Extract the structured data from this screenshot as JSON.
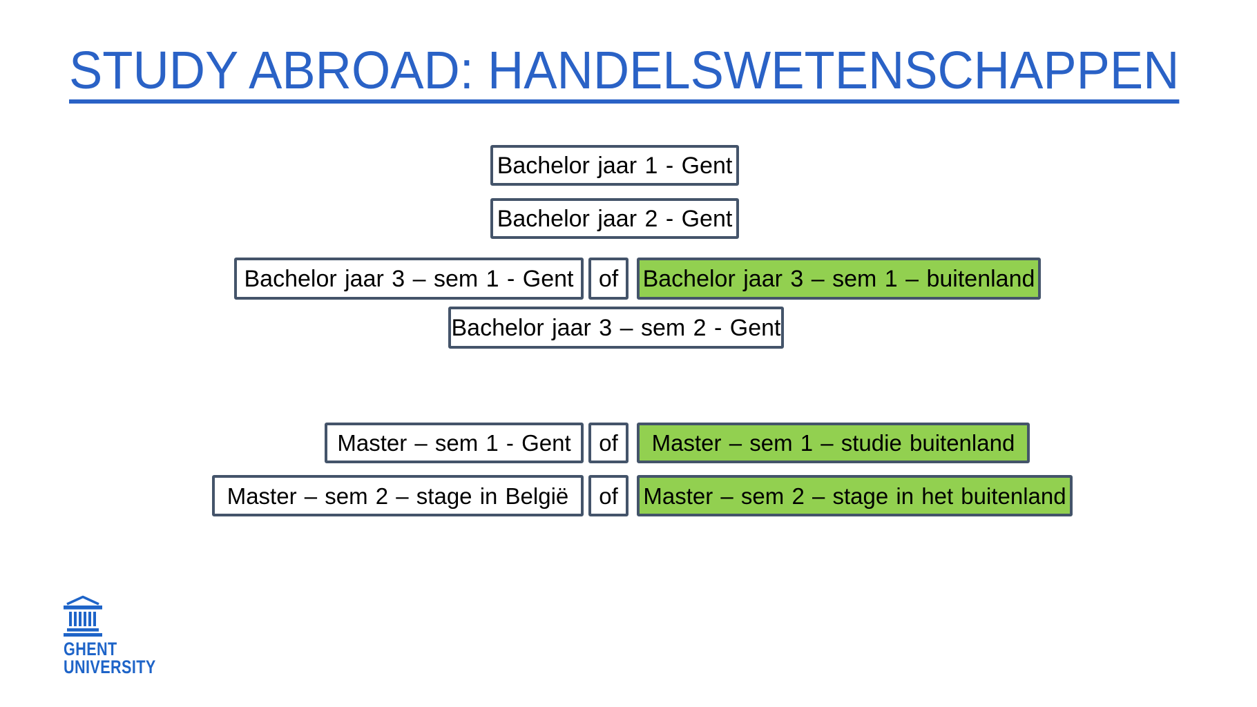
{
  "title": {
    "text": "STUDY ABROAD: HANDELSWETENSCHAPPEN"
  },
  "colors": {
    "title_blue": "#2A62C6",
    "box_border": "#44546A",
    "abroad_green": "#92D050",
    "box_text": "#000000",
    "logo_blue": "#1E64C8",
    "background": "#FFFFFF"
  },
  "diagram": {
    "of_label": "of",
    "bachelor_jaar1": "Bachelor jaar 1 - Gent",
    "bachelor_jaar2": "Bachelor jaar 2 - Gent",
    "bachelor_jaar3_sem1_gent": "Bachelor jaar 3 – sem 1 - Gent",
    "bachelor_jaar3_sem1_buitenland": "Bachelor jaar 3 – sem 1 – buitenland",
    "bachelor_jaar3_sem2_gent": "Bachelor jaar 3 – sem 2 - Gent",
    "master_sem1_gent": "Master – sem 1 - Gent",
    "master_sem1_buitenland": "Master – sem 1 – studie buitenland",
    "master_sem2_belgie": "Master – sem 2 – stage in België",
    "master_sem2_buitenland": "Master – sem 2 – stage in het buitenland"
  },
  "logo": {
    "line1": "GHENT",
    "line2": "UNIVERSITY"
  }
}
